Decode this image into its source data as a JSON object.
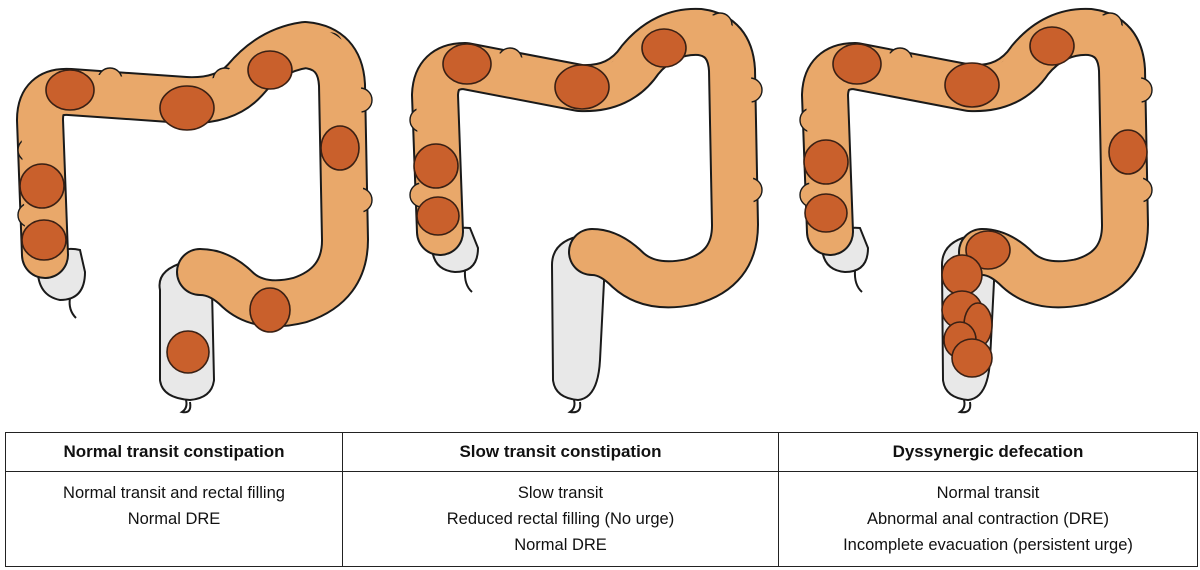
{
  "panels": [
    {
      "title": "Normal transit constipation",
      "lines": [
        "Normal transit and rectal filling",
        "Normal DRE"
      ]
    },
    {
      "title": "Slow transit constipation",
      "lines": [
        "Slow transit",
        "Reduced rectal filling (No urge)",
        "Normal DRE"
      ]
    },
    {
      "title": "Dyssynergic defecation",
      "lines": [
        "Normal transit",
        "Abnormal anal contraction (DRE)",
        "Incomplete evacuation  (persistent urge)"
      ]
    }
  ],
  "colors": {
    "colon": "#e9a86a",
    "stool": "#c9602c",
    "empty_lumen": "#e8e8e8",
    "outline": "#1a1a1a"
  }
}
